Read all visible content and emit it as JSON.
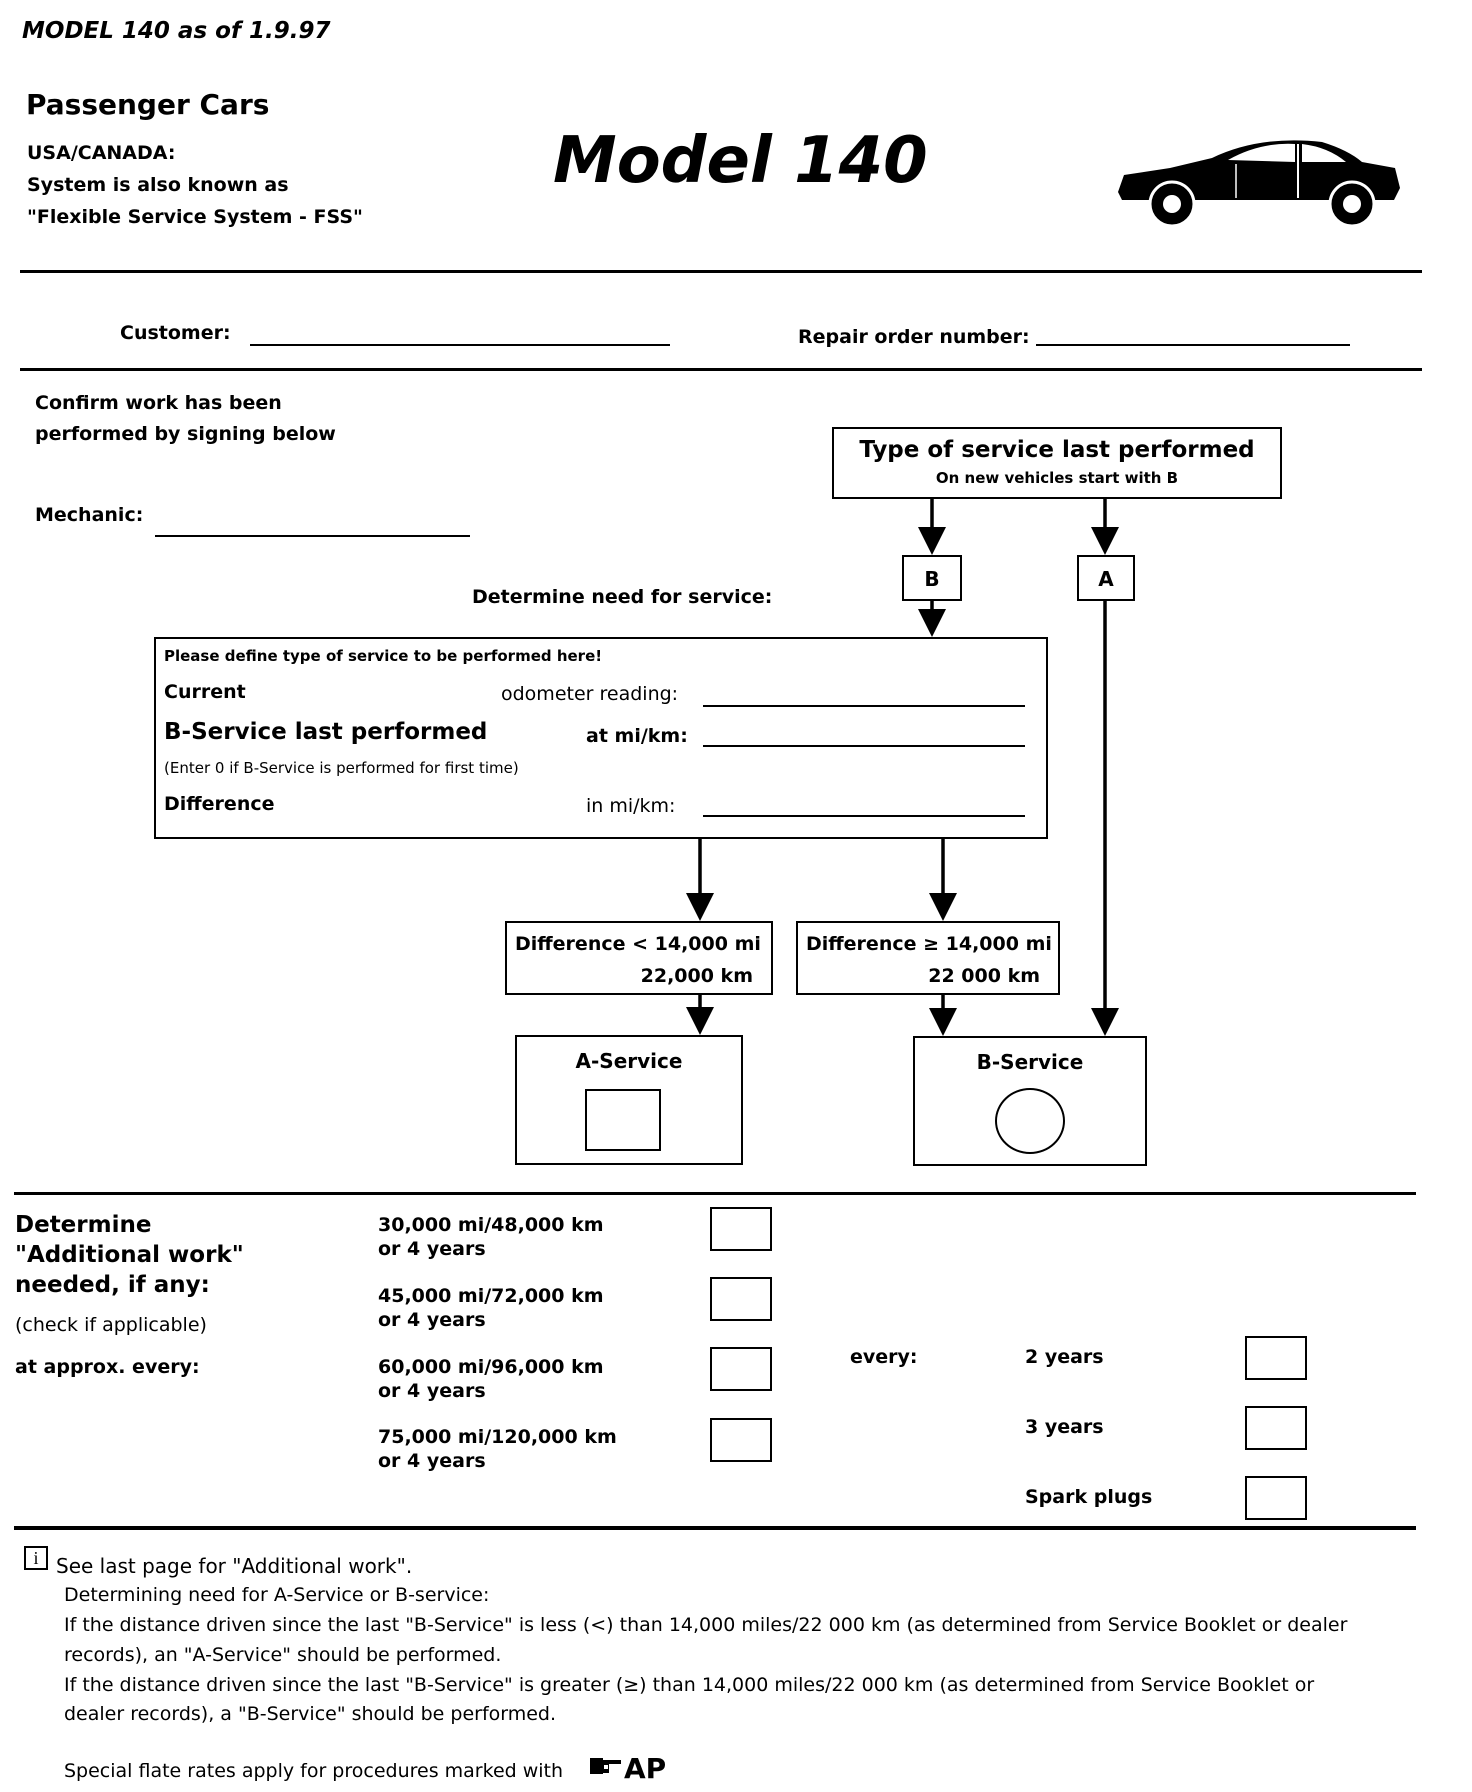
{
  "header": {
    "model_ref": "MODEL 140 as of 1.9.97",
    "category": "Passenger Cars",
    "region": "USA/CANADA:",
    "aka_line1": "System is also known as",
    "aka_line2": "\"Flexible Service System - FSS\"",
    "title": "Model 140",
    "car_icon": "car-icon"
  },
  "fields": {
    "customer_label": "Customer:",
    "repair_order_label": "Repair order number:",
    "confirm_line1": "Confirm work has been",
    "confirm_line2": "performed by signing below",
    "mechanic_label": "Mechanic:"
  },
  "flow": {
    "type_box_title": "Type of  service last performed",
    "type_box_sub": "On new vehicles start with B",
    "b_label": "B",
    "a_label": "A",
    "determine_label": "Determine need for service:",
    "define_title": "Please define type of service to be performed here!",
    "current_label": "Current",
    "odometer_label": "odometer reading:",
    "b_last_label": "B-Service last performed",
    "at_label": "at mi/km:",
    "enter_note": "(Enter 0 if B-Service is performed for first time)",
    "difference_label": "Difference",
    "in_label": "in mi/km:",
    "diff_less_line1": "Difference < 14,000 mi",
    "diff_less_line2": "22,000 km",
    "diff_greater_line1": "Difference ≥ 14,000 mi",
    "diff_greater_line2": "22 000 km",
    "a_service": "A-Service",
    "b_service": "B-Service"
  },
  "additional": {
    "heading_line1": "Determine",
    "heading_line2": "\"Additional work\"",
    "heading_line3": "needed, if any:",
    "check_note": "(check if applicable)",
    "approx_label": "at approx. every:",
    "intervals": [
      {
        "line1": "30,000 mi/48,000 km",
        "line2": "or 4 years"
      },
      {
        "line1": "45,000 mi/72,000 km",
        "line2": "or 4 years"
      },
      {
        "line1": "60,000 mi/96,000 km",
        "line2": "or 4 years"
      },
      {
        "line1": "75,000 mi/120,000 km",
        "line2": "or 4 years"
      }
    ],
    "every_label": "every:",
    "right_items": [
      "2 years",
      "3 years",
      "Spark plugs"
    ]
  },
  "notes": {
    "info_icon": "i",
    "see_last": "See last page for \"Additional work\".",
    "determining": "Determining need for A-Service or B-service:",
    "less_line1": "If the distance driven since the last \"B-Service\" is less (<) than 14,000 miles/22 000 km (as determined from Service Booklet or dealer",
    "less_line2": "records), an \"A-Service\" should be performed.",
    "greater_line1": "If the distance driven since the last \"B-Service\" is greater (≥) than 14,000 miles/22 000 km (as determined from Service Booklet or",
    "greater_line2": "dealer records), a \"B-Service\" should be performed.",
    "flat_rates": "Special flate rates apply for procedures marked with",
    "ap_mark": "AP"
  }
}
